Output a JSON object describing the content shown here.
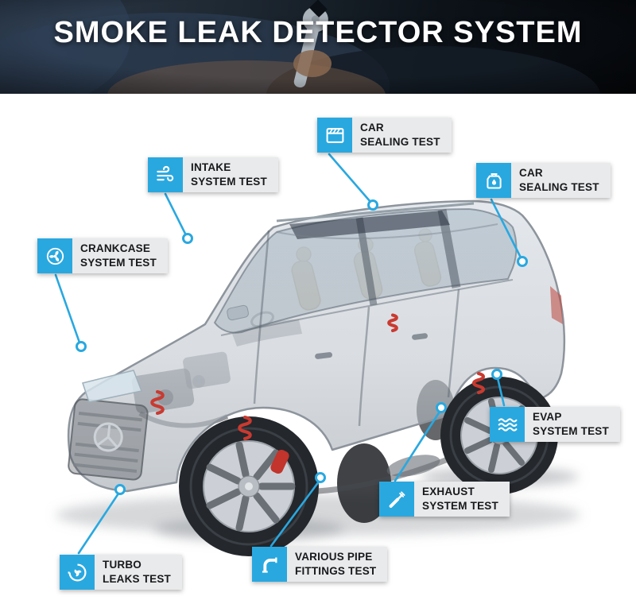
{
  "header": {
    "title": "SMOKE LEAK DETECTOR SYSTEM"
  },
  "colors": {
    "accent_blue": "#29a8e0",
    "label_bg": "#e9eaeb",
    "label_text": "#17191c",
    "header_bg": "#0b0f14"
  },
  "callouts": [
    {
      "id": "intake",
      "line1": "INTAKE",
      "line2": "SYSTEM TEST",
      "icon": "air-flow-icon"
    },
    {
      "id": "car-sealing-top",
      "line1": "CAR",
      "line2": "SEALING TEST",
      "icon": "window-seal-icon"
    },
    {
      "id": "car-sealing-right",
      "line1": "CAR",
      "line2": "SEALING TEST",
      "icon": "oil-canister-icon"
    },
    {
      "id": "crankcase",
      "line1": "CRANKCASE",
      "line2": "SYSTEM TEST",
      "icon": "fan-icon"
    },
    {
      "id": "evap",
      "line1": "EVAP",
      "line2": "SYSTEM TEST",
      "icon": "waves-icon"
    },
    {
      "id": "exhaust",
      "line1": "EXHAUST",
      "line2": "SYSTEM TEST",
      "icon": "exhaust-pipe-icon"
    },
    {
      "id": "pipe-fittings",
      "line1": "VARIOUS PIPE",
      "line2": "FITTINGS TEST",
      "icon": "pipe-fitting-icon"
    },
    {
      "id": "turbo",
      "line1": "TURBO",
      "line2": "LEAKS TEST",
      "icon": "turbo-icon"
    }
  ]
}
